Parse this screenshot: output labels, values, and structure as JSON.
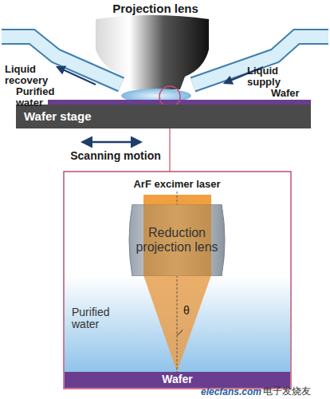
{
  "diagram": {
    "nodes": [
      {
        "text": [
          "Wafer stage"
        ]
      },
      {
        "text": [
          "Reduction projection lens"
        ]
      },
      {
        "text": [
          "Wafer"
        ]
      }
    ],
    "labels": [
      "Projection lens",
      "Liquid recovery",
      "Purified water",
      "Liquid supply",
      "Wafer",
      "Scanning motion",
      "ArF excimer laser",
      "Purified water",
      "θ",
      "elecfans.com",
      "电子发烧友"
    ]
  }
}
